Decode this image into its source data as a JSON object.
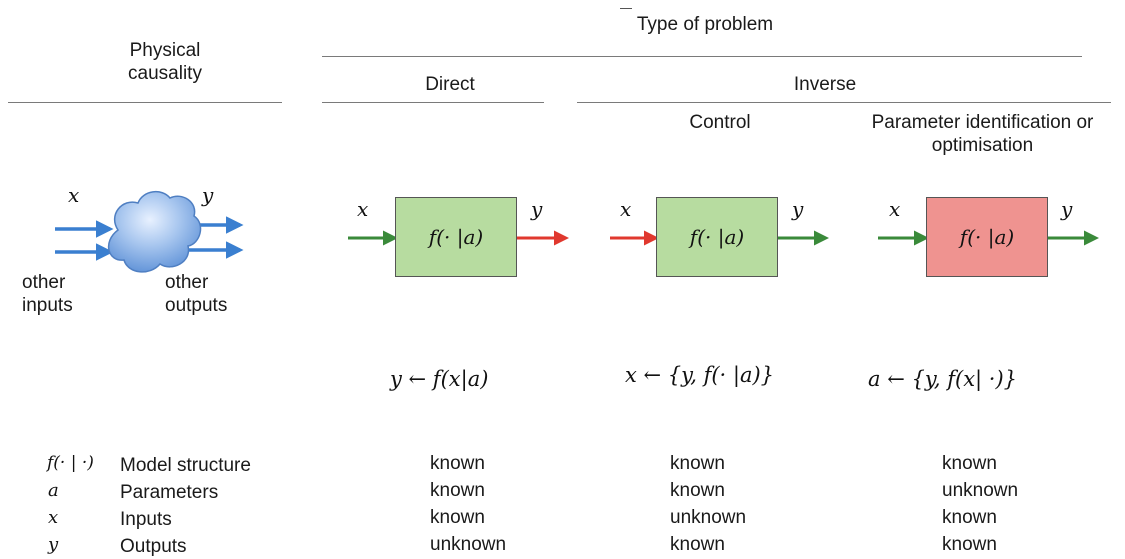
{
  "header": {
    "physical_causality": [
      "Physical",
      "causality"
    ],
    "type_of_problem": "Type of problem",
    "direct": "Direct",
    "inverse": "Inverse",
    "control": "Control",
    "param_id": [
      "Parameter identification or",
      "optimisation"
    ]
  },
  "physical": {
    "x": "x",
    "y": "y",
    "other_inputs": [
      "other",
      "inputs"
    ],
    "other_outputs": [
      "other",
      "outputs"
    ]
  },
  "blocks": {
    "function_label": "f(· |a)",
    "x": "x",
    "y": "y",
    "direct_color": "#b7dca0",
    "control_color": "#b7dca0",
    "param_color": "#ef9390",
    "known_arrow_color": "#3a8a3a",
    "unknown_arrow_color": "#e0382e"
  },
  "equations": {
    "direct": "y ← f(x|a)",
    "control": "x ← {y, f(· |a)}",
    "param": "a ← {y, f(x| ·)}"
  },
  "table": {
    "symbols": [
      "f(· | ·)",
      "a",
      "x",
      "y"
    ],
    "labels": [
      "Model structure",
      "Parameters",
      "Inputs",
      "Outputs"
    ],
    "direct": [
      "known",
      "known",
      "known",
      "unknown"
    ],
    "control": [
      "known",
      "known",
      "unknown",
      "known"
    ],
    "param": [
      "known",
      "unknown",
      "known",
      "known"
    ]
  }
}
